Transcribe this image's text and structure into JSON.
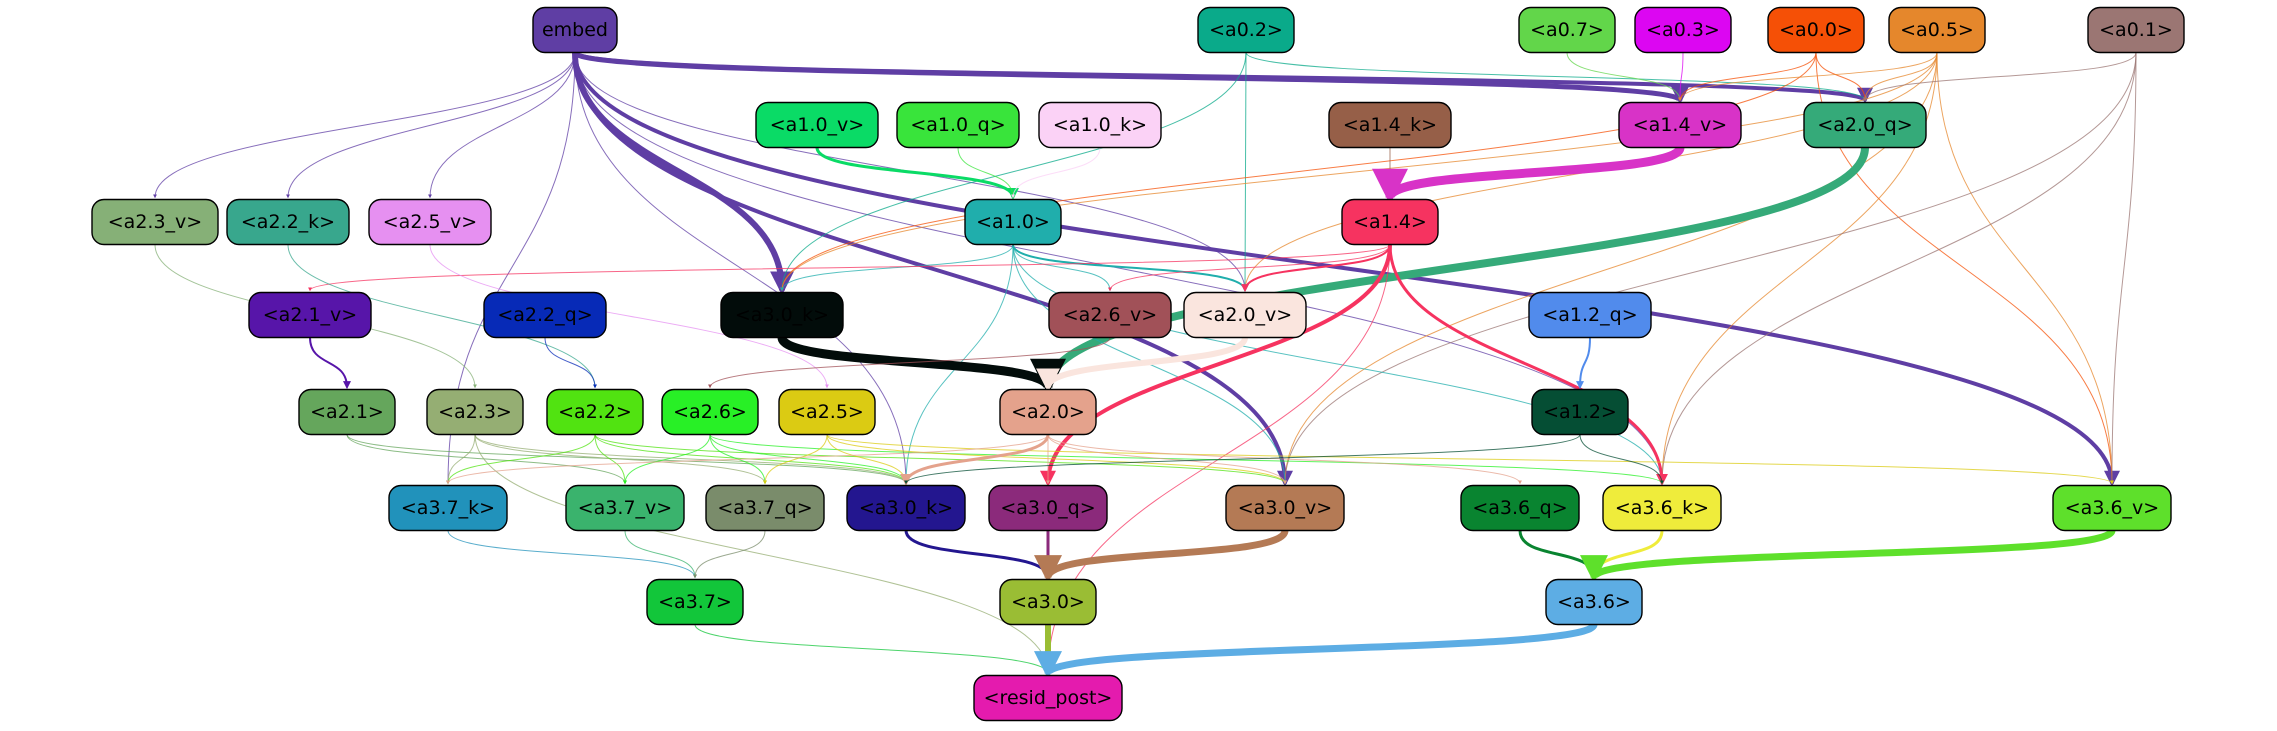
{
  "nodes": [
    {
      "id": "embed",
      "label": "embed",
      "fill": "#5f3ea4",
      "text": "#000000"
    },
    {
      "id": "a0_2",
      "label": "<a0.2>",
      "fill": "#0aaa8a",
      "text": "#000000"
    },
    {
      "id": "a0_7",
      "label": "<a0.7>",
      "fill": "#62d64a",
      "text": "#000000"
    },
    {
      "id": "a0_3",
      "label": "<a0.3>",
      "fill": "#dc06f2",
      "text": "#000000"
    },
    {
      "id": "a0_0",
      "label": "<a0.0>",
      "fill": "#f55006",
      "text": "#000000"
    },
    {
      "id": "a0_5",
      "label": "<a0.5>",
      "fill": "#e5872c",
      "text": "#000000"
    },
    {
      "id": "a0_1",
      "label": "<a0.1>",
      "fill": "#9b7673",
      "text": "#000000"
    },
    {
      "id": "a1_0_v",
      "label": "<a1.0_v>",
      "fill": "#0adb66",
      "text": "#000000"
    },
    {
      "id": "a1_0_q",
      "label": "<a1.0_q>",
      "fill": "#39e43b",
      "text": "#000000"
    },
    {
      "id": "a1_0_k",
      "label": "<a1.0_k>",
      "fill": "#fbd2f6",
      "text": "#000000"
    },
    {
      "id": "a1_4_k",
      "label": "<a1.4_k>",
      "fill": "#965f48",
      "text": "#000000"
    },
    {
      "id": "a1_4_v",
      "label": "<a1.4_v>",
      "fill": "#d833c7",
      "text": "#000000"
    },
    {
      "id": "a2_0_q",
      "label": "<a2.0_q>",
      "fill": "#35aa79",
      "text": "#000000"
    },
    {
      "id": "a2_3_v",
      "label": "<a2.3_v>",
      "fill": "#86b077",
      "text": "#000000"
    },
    {
      "id": "a2_2_k",
      "label": "<a2.2_k>",
      "fill": "#38a78d",
      "text": "#000000"
    },
    {
      "id": "a2_5_v",
      "label": "<a2.5_v>",
      "fill": "#e690f1",
      "text": "#000000"
    },
    {
      "id": "a1_0",
      "label": "<a1.0>",
      "fill": "#20aeac",
      "text": "#000000"
    },
    {
      "id": "a1_4",
      "label": "<a1.4>",
      "fill": "#f63360",
      "text": "#000000"
    },
    {
      "id": "a2_1_v",
      "label": "<a2.1_v>",
      "fill": "#5715a9",
      "text": "#000000"
    },
    {
      "id": "a2_2_q",
      "label": "<a2.2_q>",
      "fill": "#072ab7",
      "text": "#000000"
    },
    {
      "id": "a3_0_v_k",
      "label": "<a3.0_k>",
      "fill": "#020c0a",
      "text": "#000000"
    },
    {
      "id": "a2_6_v",
      "label": "<a2.6_v>",
      "fill": "#a15158",
      "text": "#000000"
    },
    {
      "id": "a2_0_v",
      "label": "<a2.0_v>",
      "fill": "#fae5de",
      "text": "#000000"
    },
    {
      "id": "a1_2_q",
      "label": "<a1.2_q>",
      "fill": "#518bec",
      "text": "#000000"
    },
    {
      "id": "a2_1",
      "label": "<a2.1>",
      "fill": "#65a65c",
      "text": "#000000"
    },
    {
      "id": "a2_3",
      "label": "<a2.3>",
      "fill": "#95ae73",
      "text": "#000000"
    },
    {
      "id": "a2_2",
      "label": "<a2.2>",
      "fill": "#51e311",
      "text": "#000000"
    },
    {
      "id": "a2_6",
      "label": "<a2.6>",
      "fill": "#28f026",
      "text": "#000000"
    },
    {
      "id": "a2_5",
      "label": "<a2.5>",
      "fill": "#dbcb13",
      "text": "#000000"
    },
    {
      "id": "a2_0",
      "label": "<a2.0>",
      "fill": "#e4a28c",
      "text": "#000000"
    },
    {
      "id": "a1_2",
      "label": "<a1.2>",
      "fill": "#054e34",
      "text": "#000000"
    },
    {
      "id": "a3_7_k",
      "label": "<a3.7_k>",
      "fill": "#2192bb",
      "text": "#000000"
    },
    {
      "id": "a3_7_v",
      "label": "<a3.7_v>",
      "fill": "#3ab36d",
      "text": "#000000"
    },
    {
      "id": "a3_7_q",
      "label": "<a3.7_q>",
      "fill": "#7a8c6b",
      "text": "#000000"
    },
    {
      "id": "a3_0_k",
      "label": "<a3.0_k>",
      "fill": "#23168f",
      "text": "#000000"
    },
    {
      "id": "a3_0_q",
      "label": "<a3.0_q>",
      "fill": "#8b2a7b",
      "text": "#000000"
    },
    {
      "id": "a3_0_v",
      "label": "<a3.0_v>",
      "fill": "#b47a55",
      "text": "#000000"
    },
    {
      "id": "a3_6_q",
      "label": "<a3.6_q>",
      "fill": "#098430",
      "text": "#000000"
    },
    {
      "id": "a3_6_k",
      "label": "<a3.6_k>",
      "fill": "#efec3b",
      "text": "#000000"
    },
    {
      "id": "a3_6_v",
      "label": "<a3.6_v>",
      "fill": "#5ee02b",
      "text": "#000000"
    },
    {
      "id": "a3_7",
      "label": "<a3.7>",
      "fill": "#12c63a",
      "text": "#000000"
    },
    {
      "id": "a3_0",
      "label": "<a3.0>",
      "fill": "#9abd34",
      "text": "#000000"
    },
    {
      "id": "a3_6",
      "label": "<a3.6>",
      "fill": "#5dade4",
      "text": "#000000"
    },
    {
      "id": "resid_post",
      "label": "<resid_post>",
      "fill": "#e41bae",
      "text": "#000000"
    }
  ],
  "edges": [
    {
      "from": "embed",
      "to": "a1_4_v",
      "color": "#5f3ea4",
      "weight": 5
    },
    {
      "from": "embed",
      "to": "a2_0_q",
      "color": "#5f3ea4",
      "weight": 4
    },
    {
      "from": "embed",
      "to": "a3_6_v",
      "color": "#5f3ea4",
      "weight": 4
    },
    {
      "from": "embed",
      "to": "a3_0_v",
      "color": "#5f3ea4",
      "weight": 4
    },
    {
      "from": "embed",
      "to": "a3_0_v_k",
      "color": "#5f3ea4",
      "weight": 6
    },
    {
      "from": "embed",
      "to": "a2_3_v",
      "color": "#5f3ea4",
      "weight": 1
    },
    {
      "from": "embed",
      "to": "a2_2_k",
      "color": "#5f3ea4",
      "weight": 1
    },
    {
      "from": "embed",
      "to": "a2_5_v",
      "color": "#5f3ea4",
      "weight": 1
    },
    {
      "from": "embed",
      "to": "a3_7_k",
      "color": "#5f3ea4",
      "weight": 1
    },
    {
      "from": "embed",
      "to": "a3_0_k",
      "color": "#5f3ea4",
      "weight": 1
    },
    {
      "from": "embed",
      "to": "a2_0_v",
      "color": "#5f3ea4",
      "weight": 1
    },
    {
      "from": "embed",
      "to": "a3_6_k",
      "color": "#5f3ea4",
      "weight": 1
    },
    {
      "from": "a0_2",
      "to": "a2_0_v",
      "color": "#0aaa8a",
      "weight": 1
    },
    {
      "from": "a0_2",
      "to": "a3_0_v_k",
      "color": "#0aaa8a",
      "weight": 1
    },
    {
      "from": "a0_2",
      "to": "a2_0_q",
      "color": "#0aaa8a",
      "weight": 1
    },
    {
      "from": "a0_7",
      "to": "a1_4_v",
      "color": "#62d64a",
      "weight": 1
    },
    {
      "from": "a0_3",
      "to": "a1_4_v",
      "color": "#dc06f2",
      "weight": 1
    },
    {
      "from": "a0_0",
      "to": "a1_4_v",
      "color": "#f55006",
      "weight": 1
    },
    {
      "from": "a0_0",
      "to": "a2_0_q",
      "color": "#f55006",
      "weight": 1
    },
    {
      "from": "a0_0",
      "to": "a3_0_v_k",
      "color": "#f55006",
      "weight": 1
    },
    {
      "from": "a0_0",
      "to": "a3_6_v",
      "color": "#f55006",
      "weight": 1
    },
    {
      "from": "a0_5",
      "to": "a2_0_q",
      "color": "#e5872c",
      "weight": 1
    },
    {
      "from": "a0_5",
      "to": "a1_4_v",
      "color": "#e5872c",
      "weight": 1
    },
    {
      "from": "a0_5",
      "to": "a3_0_v",
      "color": "#e5872c",
      "weight": 1
    },
    {
      "from": "a0_5",
      "to": "a3_6_k",
      "color": "#e5872c",
      "weight": 1
    },
    {
      "from": "a0_5",
      "to": "a3_6_v",
      "color": "#e5872c",
      "weight": 1
    },
    {
      "from": "a0_5",
      "to": "a2_0_v",
      "color": "#e5872c",
      "weight": 1
    },
    {
      "from": "a0_5",
      "to": "a3_0_v_k",
      "color": "#e5872c",
      "weight": 1
    },
    {
      "from": "a0_1",
      "to": "a2_0_q",
      "color": "#9b7673",
      "weight": 1
    },
    {
      "from": "a0_1",
      "to": "a3_0_v",
      "color": "#9b7673",
      "weight": 1
    },
    {
      "from": "a0_1",
      "to": "a3_6_k",
      "color": "#9b7673",
      "weight": 1
    },
    {
      "from": "a0_1",
      "to": "a3_6_v",
      "color": "#9b7673",
      "weight": 1
    },
    {
      "from": "a1_0_v",
      "to": "a1_0",
      "color": "#0adb66",
      "weight": 3
    },
    {
      "from": "a1_0_q",
      "to": "a1_0",
      "color": "#39e43b",
      "weight": 1
    },
    {
      "from": "a1_0_k",
      "to": "a1_0",
      "color": "#fbd2f6",
      "weight": 1
    },
    {
      "from": "a1_4_k",
      "to": "a1_4",
      "color": "#965f48",
      "weight": 1
    },
    {
      "from": "a1_4_v",
      "to": "a1_4",
      "color": "#d833c7",
      "weight": 9
    },
    {
      "from": "a2_0_q",
      "to": "a2_0",
      "color": "#35aa79",
      "weight": 8
    },
    {
      "from": "a1_0",
      "to": "a3_0_v_k",
      "color": "#20aeac",
      "weight": 1
    },
    {
      "from": "a1_0",
      "to": "a2_6_v",
      "color": "#20aeac",
      "weight": 1
    },
    {
      "from": "a1_0",
      "to": "a2_0_v",
      "color": "#20aeac",
      "weight": 2
    },
    {
      "from": "a1_0",
      "to": "a3_0_k",
      "color": "#20aeac",
      "weight": 1
    },
    {
      "from": "a1_0",
      "to": "a3_0_v",
      "color": "#20aeac",
      "weight": 1
    },
    {
      "from": "a1_0",
      "to": "a3_6_k",
      "color": "#20aeac",
      "weight": 1
    },
    {
      "from": "a1_4",
      "to": "a2_0_v",
      "color": "#f63360",
      "weight": 2
    },
    {
      "from": "a1_4",
      "to": "a2_6_v",
      "color": "#f63360",
      "weight": 1
    },
    {
      "from": "a1_4",
      "to": "a2_1_v",
      "color": "#f63360",
      "weight": 1
    },
    {
      "from": "a1_4",
      "to": "a3_0_q",
      "color": "#f63360",
      "weight": 4
    },
    {
      "from": "a1_4",
      "to": "a3_6_k",
      "color": "#f63360",
      "weight": 3
    },
    {
      "from": "a1_4",
      "to": "resid_post",
      "color": "#f63360",
      "weight": 1
    },
    {
      "from": "a2_3_v",
      "to": "a2_3",
      "color": "#86b077",
      "weight": 1
    },
    {
      "from": "a2_2_k",
      "to": "a2_2",
      "color": "#38a78d",
      "weight": 1
    },
    {
      "from": "a2_5_v",
      "to": "a2_5",
      "color": "#e690f1",
      "weight": 1
    },
    {
      "from": "a2_1_v",
      "to": "a2_1",
      "color": "#5715a9",
      "weight": 2
    },
    {
      "from": "a2_2_q",
      "to": "a2_2",
      "color": "#072ab7",
      "weight": 1
    },
    {
      "from": "a3_0_v_k",
      "to": "a2_0",
      "color": "#020c0a",
      "weight": 9
    },
    {
      "from": "a2_6_v",
      "to": "a2_6",
      "color": "#a15158",
      "weight": 1
    },
    {
      "from": "a2_0_v",
      "to": "a2_0",
      "color": "#fae5de",
      "weight": 6
    },
    {
      "from": "a1_2_q",
      "to": "a1_2",
      "color": "#518bec",
      "weight": 2
    },
    {
      "from": "a2_1",
      "to": "a3_7_v",
      "color": "#65a65c",
      "weight": 1
    },
    {
      "from": "a2_1",
      "to": "a3_0_k",
      "color": "#65a65c",
      "weight": 1
    },
    {
      "from": "a2_3",
      "to": "a3_7_k",
      "color": "#95ae73",
      "weight": 1
    },
    {
      "from": "a2_3",
      "to": "a3_7_q",
      "color": "#95ae73",
      "weight": 1
    },
    {
      "from": "a2_3",
      "to": "a3_0_k",
      "color": "#95ae73",
      "weight": 1
    },
    {
      "from": "a2_3",
      "to": "resid_post",
      "color": "#95ae73",
      "weight": 1
    },
    {
      "from": "a2_2",
      "to": "a3_7_k",
      "color": "#51e311",
      "weight": 1
    },
    {
      "from": "a2_2",
      "to": "a3_7_v",
      "color": "#51e311",
      "weight": 1
    },
    {
      "from": "a2_2",
      "to": "a3_0_k",
      "color": "#51e311",
      "weight": 1
    },
    {
      "from": "a2_2",
      "to": "a3_0_v",
      "color": "#51e311",
      "weight": 1
    },
    {
      "from": "a2_6",
      "to": "a3_7_v",
      "color": "#28f026",
      "weight": 1
    },
    {
      "from": "a2_6",
      "to": "a3_7_q",
      "color": "#28f026",
      "weight": 1
    },
    {
      "from": "a2_6",
      "to": "a3_0_k",
      "color": "#28f026",
      "weight": 1
    },
    {
      "from": "a2_6",
      "to": "a3_6_k",
      "color": "#28f026",
      "weight": 1
    },
    {
      "from": "a2_5",
      "to": "a3_7_q",
      "color": "#dbcb13",
      "weight": 1
    },
    {
      "from": "a2_5",
      "to": "a3_0_k",
      "color": "#dbcb13",
      "weight": 1
    },
    {
      "from": "a2_5",
      "to": "a3_0_v",
      "color": "#dbcb13",
      "weight": 1
    },
    {
      "from": "a2_5",
      "to": "a3_6_v",
      "color": "#dbcb13",
      "weight": 1
    },
    {
      "from": "a2_0",
      "to": "a3_0_k",
      "color": "#e4a28c",
      "weight": 3
    },
    {
      "from": "a2_0",
      "to": "a3_0_q",
      "color": "#e4a28c",
      "weight": 1
    },
    {
      "from": "a2_0",
      "to": "a3_0_v",
      "color": "#e4a28c",
      "weight": 1
    },
    {
      "from": "a2_0",
      "to": "a3_6_q",
      "color": "#e4a28c",
      "weight": 1
    },
    {
      "from": "a2_0",
      "to": "a3_7_k",
      "color": "#e4a28c",
      "weight": 1
    },
    {
      "from": "a1_2",
      "to": "a3_6_k",
      "color": "#054e34",
      "weight": 1
    },
    {
      "from": "a1_2",
      "to": "a3_0_k",
      "color": "#054e34",
      "weight": 1
    },
    {
      "from": "a3_7_k",
      "to": "a3_7",
      "color": "#2192bb",
      "weight": 1
    },
    {
      "from": "a3_7_v",
      "to": "a3_7",
      "color": "#3ab36d",
      "weight": 1
    },
    {
      "from": "a3_7_q",
      "to": "a3_7",
      "color": "#7a8c6b",
      "weight": 1
    },
    {
      "from": "a3_0_k",
      "to": "a3_0",
      "color": "#23168f",
      "weight": 3
    },
    {
      "from": "a3_0_q",
      "to": "a3_0",
      "color": "#8b2a7b",
      "weight": 3
    },
    {
      "from": "a3_0_v",
      "to": "a3_0",
      "color": "#b47a55",
      "weight": 7
    },
    {
      "from": "a3_6_q",
      "to": "a3_6",
      "color": "#098430",
      "weight": 3
    },
    {
      "from": "a3_6_k",
      "to": "a3_6",
      "color": "#efec3b",
      "weight": 3
    },
    {
      "from": "a3_6_v",
      "to": "a3_6",
      "color": "#5ee02b",
      "weight": 7
    },
    {
      "from": "a3_7",
      "to": "resid_post",
      "color": "#12c63a",
      "weight": 1
    },
    {
      "from": "a3_0",
      "to": "resid_post",
      "color": "#9abd34",
      "weight": 6
    },
    {
      "from": "a3_6",
      "to": "resid_post",
      "color": "#5dade4",
      "weight": 7
    }
  ]
}
